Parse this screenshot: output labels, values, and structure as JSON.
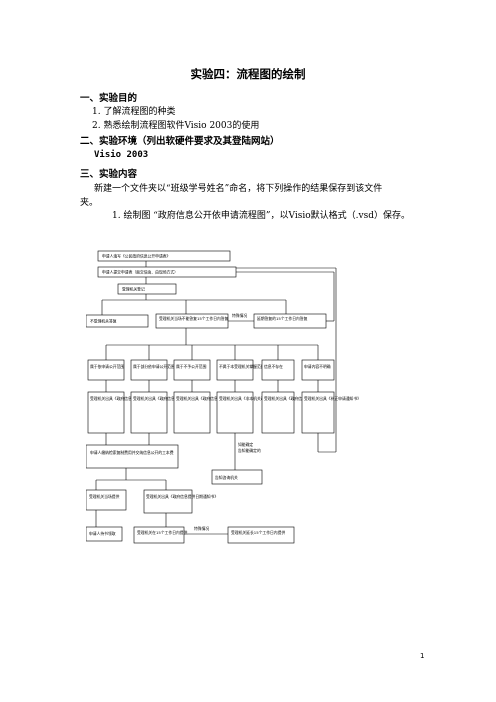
{
  "title": "实验四：流程图的绘制",
  "sections": [
    {
      "heading": "一、实验目的",
      "items": [
        "1. 了解流程图的种类",
        "2. 熟悉绘制流程图软件Visio 2003的使用"
      ]
    },
    {
      "heading": "二、实验环境（列出软硬件要求及其登陆网站）",
      "items": [
        "Visio 2003"
      ]
    },
    {
      "heading": "三、实验内容",
      "items": [
        "新建一个文件夹以“班级学号姓名”命名，将下列操作的结果保存到该文件",
        "夹。",
        "1.  绘制图  “政府信息公开依申请流程图”，以Visio默认格式（.vsd）保存。"
      ]
    }
  ],
  "flowchart": {
    "boxes": [
      "申请人填写《公民政府信息公开申请表》",
      "申请人提交申请表（面交信函、由现场方式）",
      "受理机关登记",
      "不受理机关答复",
      "受理机关当场不能答复15个工作日内答复",
      "延期答复的15个工作日内答复",
      "属于依申请公开范围",
      "属于部分依申请公开范围",
      "属于不予公开范围",
      "不属于本受理机关掌握范围",
      "信息不存在",
      "申请内容不明确",
      "受理机关出具《政府信息公开告知书》",
      "受理机关出具《政府信息部分公开告知书》",
      "受理机关出具《政府信息不予公开告知书》",
      "受理机关出具《非本机关政府信息告知书》",
      "受理机关出具《政府信息不存在告知书》",
      "受理机关出具《补正申请通知书》",
      "申请人缴纳检索复制费用并交纳信息公开的工本费",
      "受理机关当场提供",
      "受理机关出具《政府信息提供日期通知书》",
      "告知能确定的",
      "告知咨询机关",
      "申请人持书领取",
      "受理机关在15个工作日内提供",
      "受理机关延长15个工作日内提供"
    ],
    "labels": [
      "特殊情况",
      "如能确定",
      "特殊情况"
    ]
  },
  "page_number": "1"
}
